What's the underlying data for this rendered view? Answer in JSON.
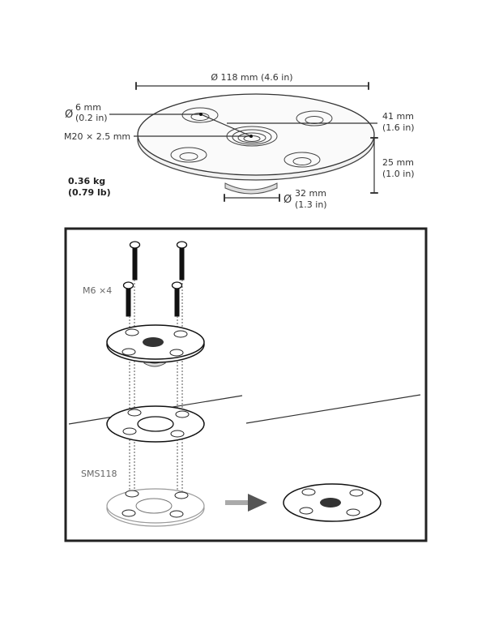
{
  "dimensions": {
    "diameter": "Ø 118 mm (4.6 in)",
    "hole_diameter_symbol": "Ø",
    "hole_diameter_mm": "6 mm",
    "hole_diameter_in": "(0.2 in)",
    "thread": "M20 × 2.5 mm",
    "hole_spacing_mm": "41 mm",
    "hole_spacing_in": "(1.6 in)",
    "height_mm": "25 mm",
    "height_in": "(1.0 in)",
    "boss_diameter_symbol": "Ø",
    "boss_diameter_mm": "32 mm",
    "boss_diameter_in": "(1.3 in)",
    "weight_kg": "0.36 kg",
    "weight_lb": "(0.79 lb)"
  },
  "assembly": {
    "screws_label": "M6 ×4",
    "bracket_label": "SMS118"
  }
}
